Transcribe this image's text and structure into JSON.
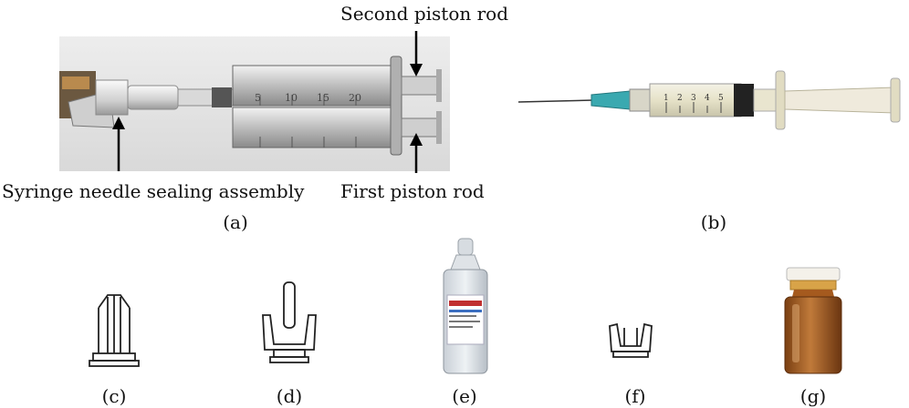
{
  "figure_a": {
    "label_second_piston": "Second piston rod",
    "label_first_piston": "First piston rod",
    "label_needle_seal": "Syringe needle sealing assembly",
    "barrel_ticks": [
      "5",
      "10",
      "15",
      "20"
    ],
    "caption": "(a)"
  },
  "figure_b": {
    "barrel_ticks": [
      "1",
      "2",
      "3",
      "4",
      "5"
    ],
    "caption": "(b)"
  },
  "figure_c": {
    "caption": "(c)"
  },
  "figure_d": {
    "caption": "(d)"
  },
  "figure_e": {
    "caption": "(e)"
  },
  "figure_f": {
    "caption": "(f)"
  },
  "figure_g": {
    "caption": "(g)"
  }
}
